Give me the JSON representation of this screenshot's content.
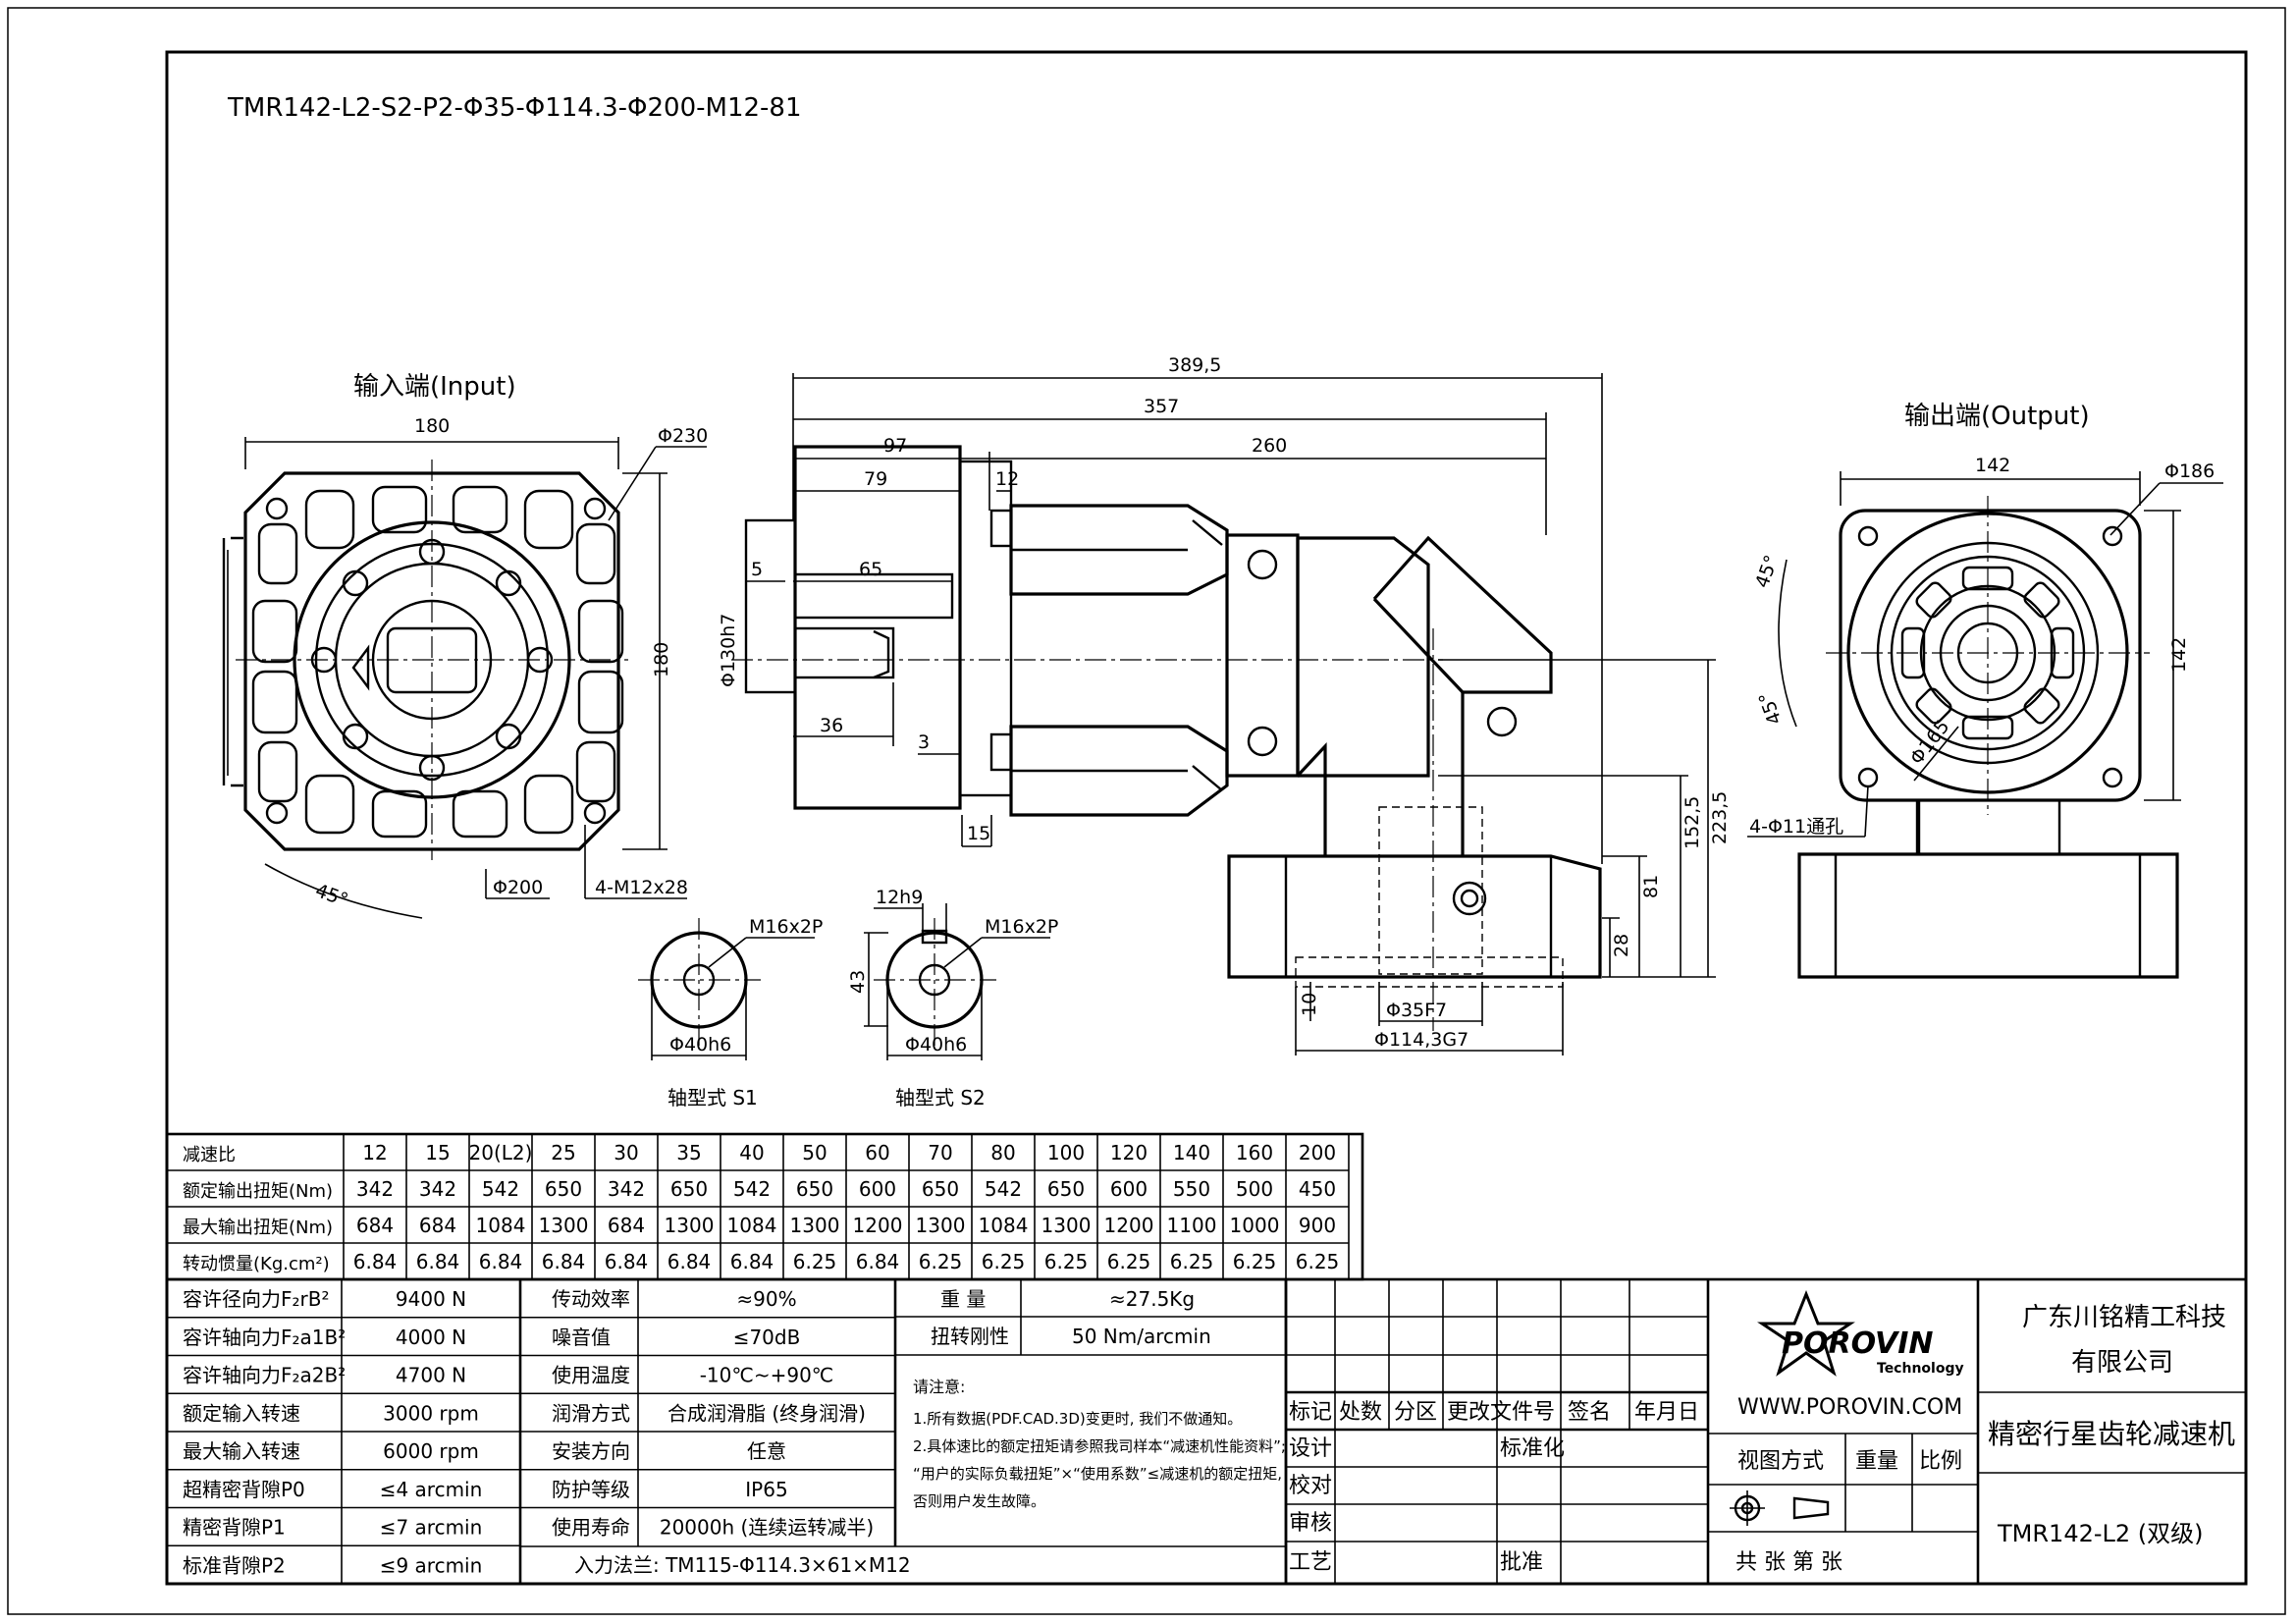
{
  "model_code": "TMR142-L2-S2-P2-Φ35-Φ114.3-Φ200-M12-81",
  "views": {
    "input_title": "输入端(Input)",
    "output_title": "输出端(Output)",
    "shaft_s1": "轴型式 S1",
    "shaft_s2": "轴型式 S2"
  },
  "dims": {
    "d180w": "180",
    "d180h": "180",
    "d230": "Φ230",
    "d200": "Φ200",
    "m12": "4-M12x28",
    "a45in": "45°",
    "d389": "389,5",
    "d357": "357",
    "d97": "97",
    "d260": "260",
    "d79": "79",
    "d12": "12",
    "d5": "5",
    "d65": "65",
    "d130": "Φ130h7",
    "d36": "36",
    "d3": "3",
    "d15": "15",
    "d223": "223,5",
    "d152": "152,5",
    "d81": "81",
    "d28": "28",
    "d10": "10",
    "d35f7": "Φ35F7",
    "d1143": "Φ114,3G7",
    "o142w": "142",
    "o142h": "142",
    "o186": "Φ186",
    "o165": "Φ165",
    "o45a": "45°",
    "o45b": "45°",
    "o4m11": "4-Φ11通孔",
    "s1_thread": "M16x2P",
    "s1_dia": "Φ40h6",
    "s2_thread": "M16x2P",
    "s2_key": "12h9",
    "s2_h": "43",
    "s2_dia": "Φ40h6"
  },
  "ratio_table": {
    "row_labels": [
      "减速比",
      "额定输出扭矩(Nm)",
      "最大输出扭矩(Nm)",
      "转动惯量(Kg.cm²)"
    ],
    "ratios": [
      "12",
      "15",
      "20(L2)",
      "25",
      "30",
      "35",
      "40",
      "50",
      "60",
      "70",
      "80",
      "100",
      "120",
      "140",
      "160",
      "200"
    ],
    "rated_torque": [
      "342",
      "342",
      "542",
      "650",
      "342",
      "650",
      "542",
      "650",
      "600",
      "650",
      "542",
      "650",
      "600",
      "550",
      "500",
      "450"
    ],
    "max_torque": [
      "684",
      "684",
      "1084",
      "1300",
      "684",
      "1300",
      "1084",
      "1300",
      "1200",
      "1300",
      "1084",
      "1300",
      "1200",
      "1100",
      "1000",
      "900"
    ],
    "inertia": [
      "6.84",
      "6.84",
      "6.84",
      "6.84",
      "6.84",
      "6.84",
      "6.84",
      "6.25",
      "6.84",
      "6.25",
      "6.25",
      "6.25",
      "6.25",
      "6.25",
      "6.25",
      "6.25"
    ]
  },
  "specs_left": [
    {
      "label": "容许径向力F₂rB²",
      "value": "9400 N"
    },
    {
      "label": "容许轴向力F₂a1B²",
      "value": "4000 N"
    },
    {
      "label": "容许轴向力F₂a2B²",
      "value": "4700 N"
    },
    {
      "label": "额定输入转速",
      "value": "3000 rpm"
    },
    {
      "label": "最大输入转速",
      "value": "6000 rpm"
    },
    {
      "label": "超精密背隙P0",
      "value": "≤4 arcmin"
    },
    {
      "label": "精密背隙P1",
      "value": "≤7 arcmin"
    },
    {
      "label": "标准背隙P2",
      "value": "≤9 arcmin"
    }
  ],
  "specs_mid": [
    {
      "label": "传动效率",
      "value": "≈90%"
    },
    {
      "label": "噪音值",
      "value": "≤70dB"
    },
    {
      "label": "使用温度",
      "value": "-10℃~+90℃"
    },
    {
      "label": "润滑方式",
      "value": "合成润滑脂 (终身润滑)"
    },
    {
      "label": "安装方向",
      "value": "任意"
    },
    {
      "label": "防护等级",
      "value": "IP65"
    },
    {
      "label": "使用寿命",
      "value": "20000h (连续运转减半)"
    }
  ],
  "input_flange": "入力法兰: TM115-Φ114.3×61×M12",
  "specs_right": [
    {
      "label": "重 量",
      "value": "≈27.5Kg"
    },
    {
      "label": "扭转刚性",
      "value": "50 Nm/arcmin"
    }
  ],
  "notes": {
    "title": "请注意:",
    "line1": "1.所有数据(PDF.CAD.3D)变更时, 我们不做通知。",
    "line2": "2.具体速比的额定扭矩请参照我司样本“减速机性能资料”;",
    "line3": "“用户的实际负载扭矩”×“使用系数”≤减速机的额定扭矩,",
    "line4": "否则用户发生故障。"
  },
  "title_block": {
    "rev_headers": [
      "标记",
      "处数",
      "分区",
      "更改文件号",
      "签名",
      "年月日"
    ],
    "design": "设计",
    "standard": "标准化",
    "check": "校对",
    "review": "审核",
    "process": "工艺",
    "approve": "批准",
    "logo_text": "POROVIN",
    "logo_sub": "Technology",
    "website": "WWW.POROVIN.COM",
    "view_method": "视图方式",
    "weight": "重量",
    "scale": "比例",
    "sheets": "共  张 第  张",
    "company_line1": "广东川铭精工科技",
    "company_line2": "有限公司",
    "product": "精密行星齿轮减速机",
    "model": "TMR142-L2 (双级)"
  }
}
